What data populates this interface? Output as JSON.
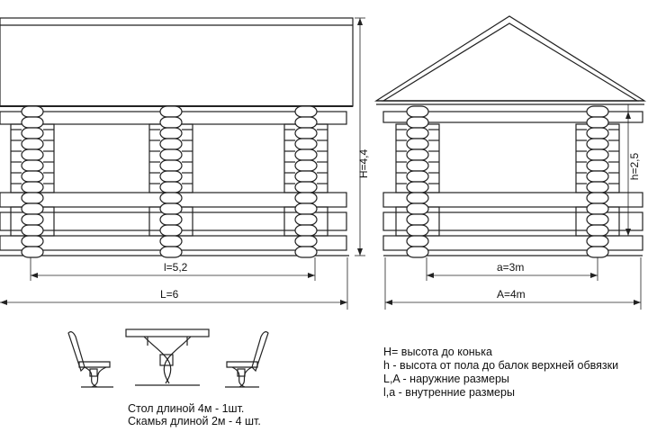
{
  "dimensions": {
    "front_height": "H=4,4",
    "side_height": "h=2,5",
    "inner_length": "l=5,2",
    "outer_length": "L=6",
    "inner_width": "a=3m",
    "outer_width": "A=4m"
  },
  "furniture_caption": {
    "table": "Стол длиной 4м  - 1шт.",
    "bench": "Скамья длиной 2м - 4 шт."
  },
  "legend": [
    "H= высота до конька",
    "h -  высота от пола до балок верхней обвязки",
    "L,A - наружние размеры",
    "l,a - внутренние размеры"
  ]
}
